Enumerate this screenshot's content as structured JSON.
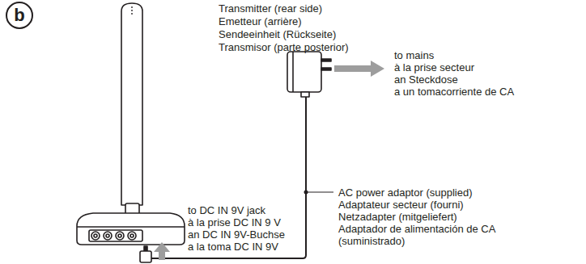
{
  "diagram": {
    "nodes": [
      {
        "text": [
          "b"
        ]
      }
    ],
    "labels": [
      "Transmitter (rear side)",
      "Emetteur (arrière)",
      "Sendeeinheit (Rückseite)",
      "Transmisor (parte posterior)",
      "to mains",
      "à la prise secteur",
      "an Steckdose",
      "a un tomacorriente de CA",
      "to DC IN 9V jack",
      "à la prise DC IN 9 V",
      "an DC IN 9V-Buchse",
      "a la toma DC IN 9V",
      "AC power adaptor (supplied)",
      "Adaptateur secteur (fourni)",
      "Netzadapter (mitgeliefert)",
      "Adaptador de alimentación de CA (suministrado)"
    ]
  }
}
